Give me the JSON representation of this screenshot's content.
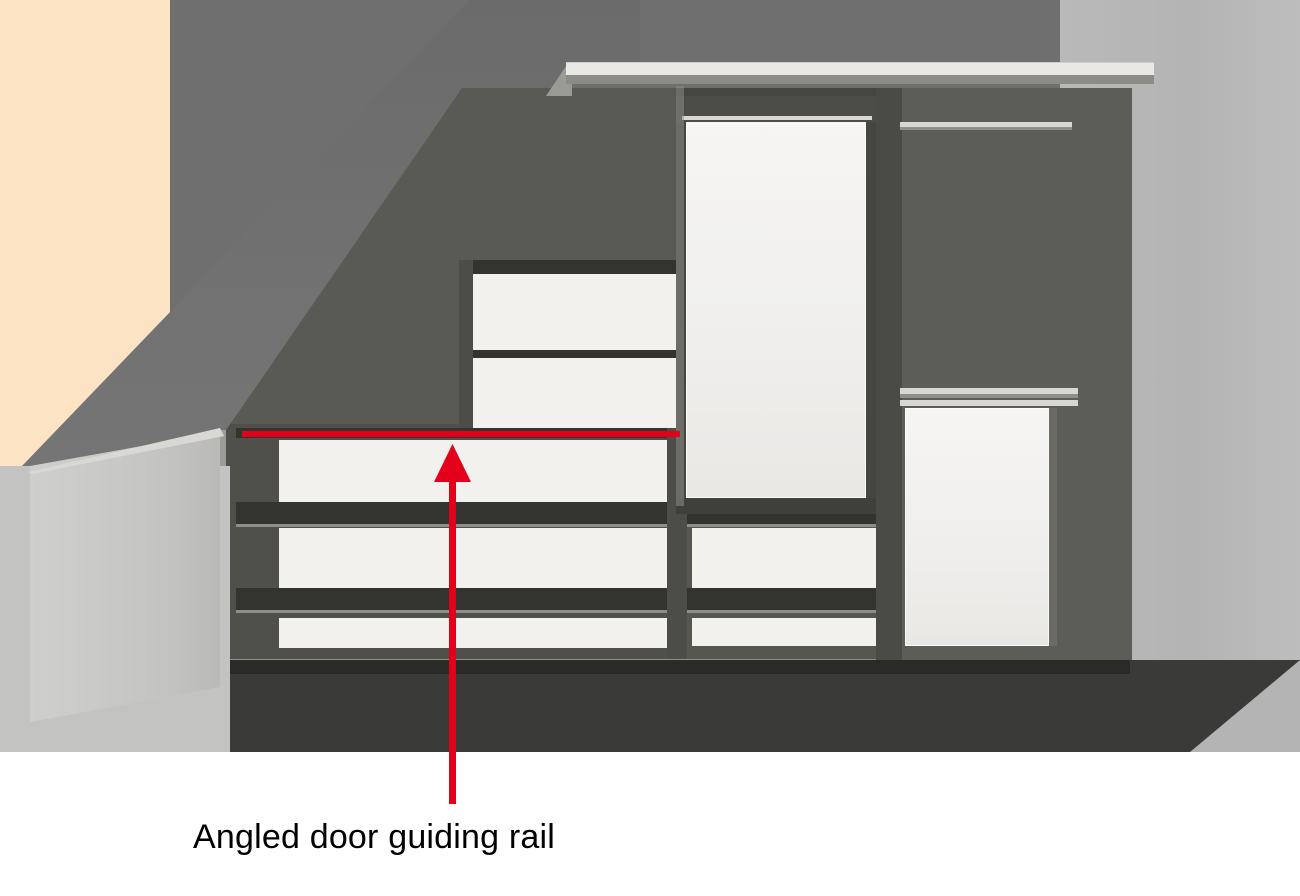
{
  "illustration": {
    "title": "Angled door guiding rail",
    "subject": "loft / attic sliding-door wardrobe under a sloping ceiling",
    "annotation": {
      "caption": "Angled door guiding rail",
      "callout_color": "#e2001a",
      "arrow_direction": "up",
      "rail_label": "angled guiding rail"
    },
    "palette": {
      "wall_cream": "#fbe3c4",
      "ceiling_white": "#f5f4f2",
      "ceiling_slope_gray": "#6f6f6f",
      "wall_right_gray": "#b4b4b4",
      "wall_left_low_gray": "#c3c3c2",
      "carcass_dark_gray": "#595a54",
      "divider_gray": "#4c4d47",
      "shelf_light": "#f2f1ee",
      "shelf_dark": "#333430",
      "panel_white": "#f2f1ee",
      "floor_dark": "#3a3a38",
      "accent_red": "#e2001a",
      "caption_black": "#000000"
    },
    "parts": {
      "cornice": "top cap board",
      "left_bay": "open shelving with angled top following the roof pitch",
      "centre_bay": "tall sliding door panel",
      "right_bay": "hanging rail section with shelf and panel",
      "guiding_rail": "angled door guiding rail running along the sloped ceiling line"
    }
  }
}
